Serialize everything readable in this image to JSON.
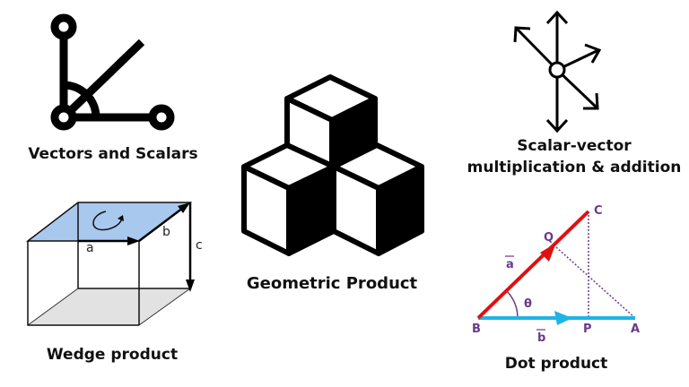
{
  "labels": {
    "vectors": "Vectors and Scalars",
    "scalar_vector_1": "Scalar-vector",
    "scalar_vector_2": "multiplication & addition",
    "geometric": "Geometric Product",
    "wedge": "Wedge product",
    "dot": "Dot product"
  },
  "wedge_diagram": {
    "a": "a",
    "b": "b",
    "c": "c"
  },
  "dot_diagram": {
    "A": "A",
    "B": "B",
    "C": "C",
    "P": "P",
    "Q": "Q",
    "a": "a",
    "b": "b",
    "theta": "θ"
  },
  "colors": {
    "wedge_face": "#a9c8ee",
    "wedge_bottom": "#e2e2e2",
    "vector_a": "#e01010",
    "vector_b": "#1eb4e6",
    "dot_labels": "#6a3a8a"
  }
}
